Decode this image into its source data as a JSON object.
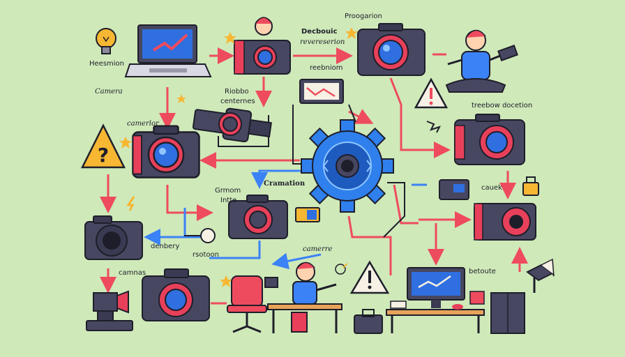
{
  "colors": {
    "background": "#cfe9b9",
    "arrow_red": "#ef4b5e",
    "arrow_blue": "#3b82f6",
    "camera_body": "#474761",
    "camera_lens": "#2f6fe0",
    "camera_accent": "#e8405a",
    "gear": "#2f80ed",
    "warning": "#f7b733",
    "outline": "#1e1e2a"
  },
  "labels": {
    "hesmion": "Heesmion",
    "camera": "Camera",
    "camerlor": "camerlor",
    "debouic": "Decbouic",
    "reveresrion": "revereserion",
    "progarion": "Proogarion",
    "reebniom": "reebniom",
    "riobbo": "Riobbo",
    "centernes": "centernes",
    "treebow": "treebow docetion",
    "cramation": "Cramation",
    "grmom": "Grmom",
    "intte": "Intte",
    "cauek": "cauek",
    "denbery": "denbery",
    "rsotoon": "rsotoon",
    "camerre": "camerre",
    "camnas": "camnas",
    "betoute": "betoute"
  },
  "icons": [
    "lightbulb-icon",
    "laptop-icon",
    "camera-icon",
    "warning-icon",
    "gear-icon",
    "person-icon",
    "monitor-icon",
    "lock-icon",
    "chair-icon",
    "spotlight-icon",
    "briefcase-icon",
    "spark-icon"
  ]
}
